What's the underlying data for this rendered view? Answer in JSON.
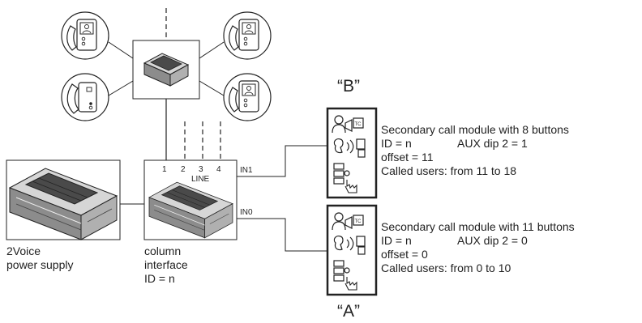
{
  "labels": {
    "module_b_tag": "“B”",
    "module_a_tag": "“A”",
    "line_label": "LINE",
    "pin_1": "1",
    "pin_2": "2",
    "pin_3": "3",
    "pin_4": "4",
    "in1": "IN1",
    "in0": "IN0",
    "tc_tag": "TC"
  },
  "power_supply": {
    "line1": "2Voice",
    "line2": "power supply"
  },
  "column_interface": {
    "line1": "column",
    "line2": "interface",
    "line3": "ID = n"
  },
  "module_b": {
    "title": "Secondary call module with 8 buttons",
    "id": "ID = n",
    "aux": "AUX dip 2 = 1",
    "offset": "offset = 11",
    "users": "Called users: from 11 to 18"
  },
  "module_a": {
    "title": "Secondary call module with 11 buttons",
    "id": "ID = n",
    "aux": "AUX dip 2 = 0",
    "offset": "offset = 0",
    "users": "Called users: from 0 to 10"
  },
  "colors": {
    "stroke": "#222222",
    "device_dark": "#4a4a4a",
    "device_mid": "#8c8c8c",
    "device_light": "#d6d6d6"
  }
}
